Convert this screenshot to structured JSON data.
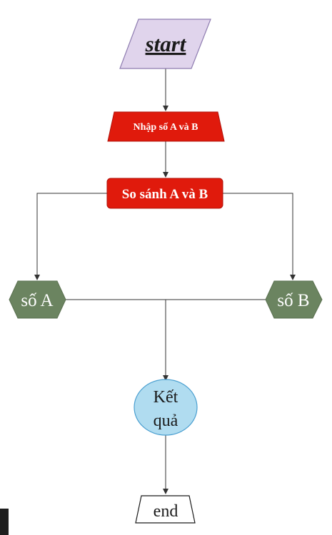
{
  "flowchart": {
    "start_label": "start",
    "input_label": "Nhập số A và B",
    "compare_label": "So sánh A và B",
    "left_result_label": "số A",
    "right_result_label": "số B",
    "result_label_line1": "Kết",
    "result_label_line2": "quả",
    "end_label": "end"
  },
  "colors": {
    "start_fill": "#e0d4ec",
    "start_stroke": "#8e7cb0",
    "process_fill": "#e01a0c",
    "decision_fill": "#e01a0c",
    "hexagon_fill": "#6b8460",
    "result_fill": "#b0dcf0",
    "result_stroke": "#4a9fd0",
    "end_fill": "#ffffff",
    "line": "#333333"
  }
}
